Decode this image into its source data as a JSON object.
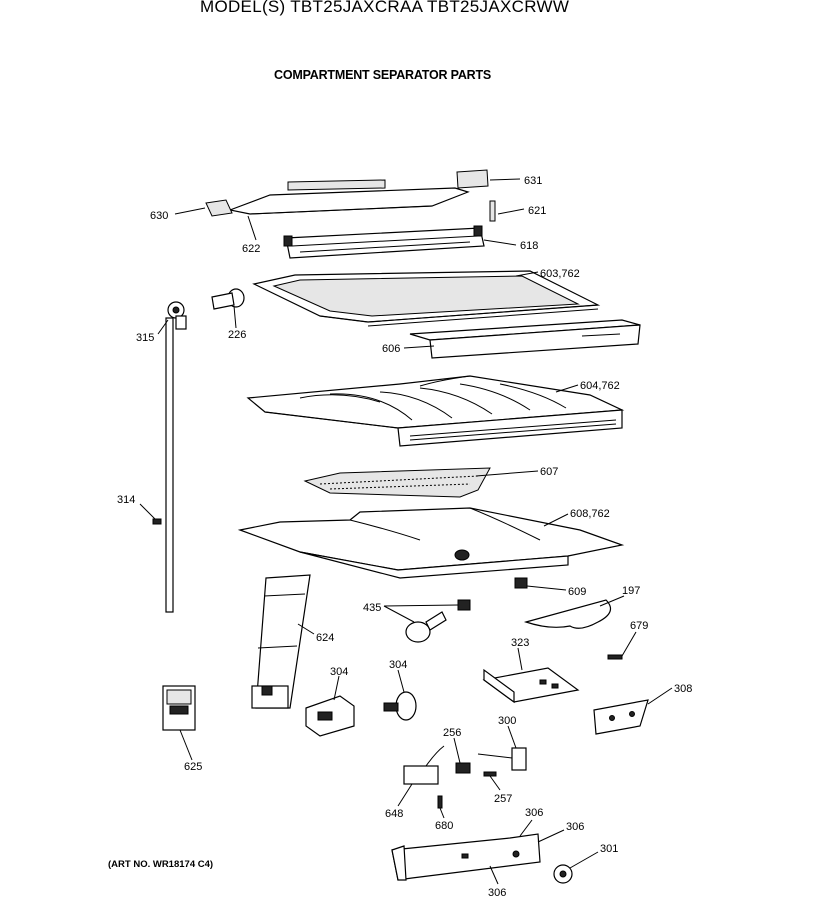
{
  "header": {
    "model_title": "MODEL(S) TBT25JAXCRAA  TBT25JAXCRWW",
    "section_title": "COMPARTMENT SEPARATOR PARTS"
  },
  "footer": {
    "art_number": "(ART NO. WR18174 C4)"
  },
  "callouts": {
    "c631": "631",
    "c630": "630",
    "c621": "621",
    "c622": "622",
    "c618": "618",
    "c603": "603,762",
    "c315": "315",
    "c226": "226",
    "c606": "606",
    "c604": "604,762",
    "c607": "607",
    "c314": "314",
    "c608": "608,762",
    "c609": "609",
    "c197": "197",
    "c435": "435",
    "c624": "624",
    "c679": "679",
    "c323": "323",
    "c304a": "304",
    "c304b": "304",
    "c308": "308",
    "c625": "625",
    "c300": "300",
    "c256": "256",
    "c257": "257",
    "c648": "648",
    "c680": "680",
    "c306a": "306",
    "c306b": "306",
    "c306c": "306",
    "c301": "301"
  }
}
